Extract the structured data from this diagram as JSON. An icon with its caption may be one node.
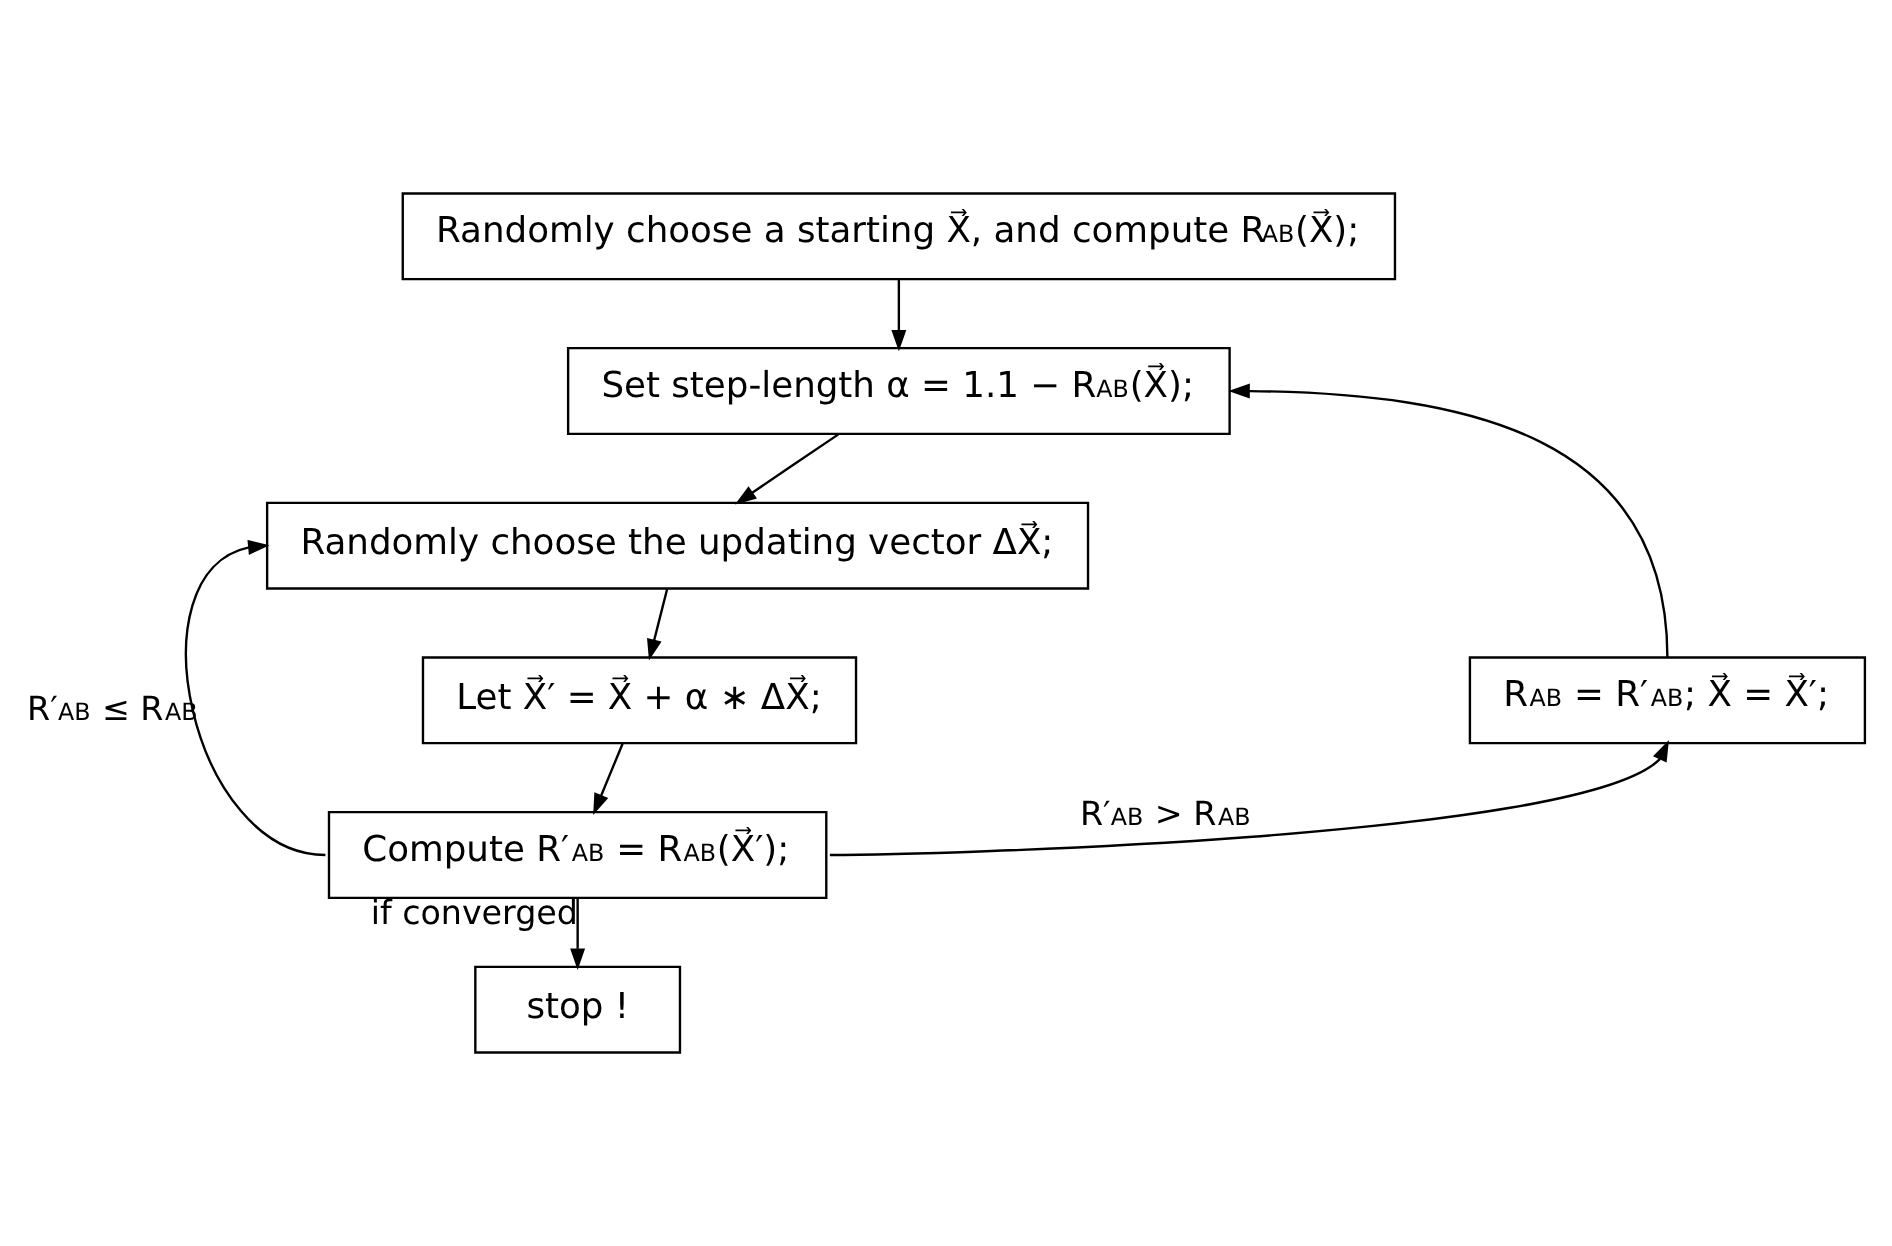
{
  "diagram": {
    "nodes": [
      {
        "text": [
          "Randomly choose a starting X⃗, and compute R$_{AB}$(X⃗);"
        ]
      },
      {
        "text": [
          "Set step-length α = 1.1 − R$_{AB}$(X⃗);"
        ]
      },
      {
        "text": [
          "Randomly choose the updating vector ΔX⃗;"
        ]
      },
      {
        "text": [
          "Let X⃗′ = X⃗ + α ∗ ΔX⃗;"
        ]
      },
      {
        "text": [
          "R$_{AB}$ = R′$_{AB}$; X⃗ = X⃗′;"
        ]
      },
      {
        "text": [
          "Compute R′$_{AB}$ = R$_{AB}$(X⃗′);"
        ]
      },
      {
        "text": [
          "stop !"
        ]
      }
    ],
    "edges": [
      {
        "from": 0,
        "to": 1,
        "arrow": "to"
      },
      {
        "from": 1,
        "to": 2,
        "arrow": "to"
      },
      {
        "from": 2,
        "to": 3,
        "arrow": "to"
      },
      {
        "from": 3,
        "to": 5,
        "arrow": "to"
      },
      {
        "from": 5,
        "to": 2,
        "arrow": "to",
        "label": "R′$_{AB}$ ≤ R$_{AB}$"
      },
      {
        "from": 5,
        "to": 4,
        "arrow": "to",
        "label": "R′$_{AB}$ > R$_{AB}$"
      },
      {
        "from": 4,
        "to": 1,
        "arrow": "to"
      },
      {
        "from": 5,
        "to": 6,
        "arrow": "to",
        "label": "if converged"
      }
    ]
  }
}
